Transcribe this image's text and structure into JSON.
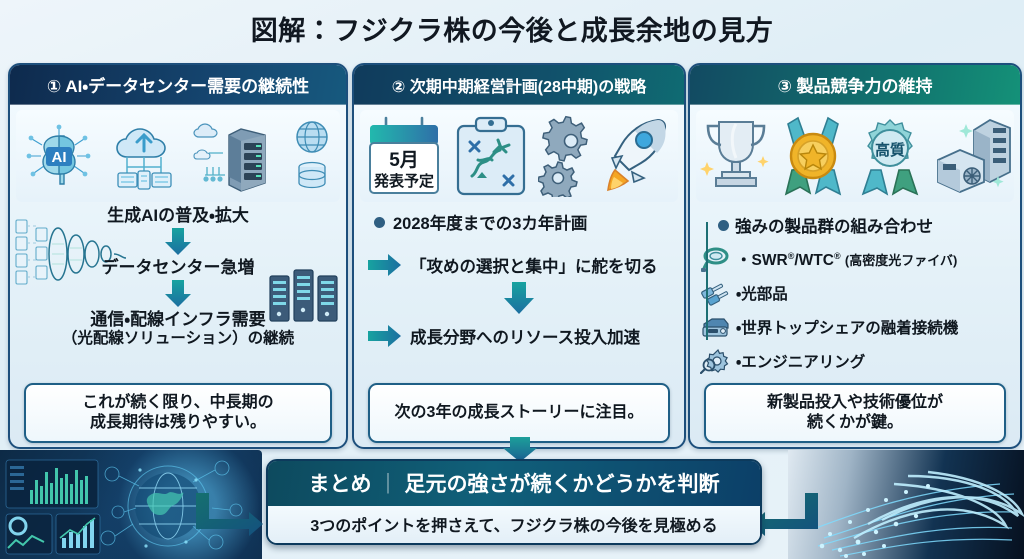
{
  "title": "図解：フジクラ株の今後と成長余地の見方",
  "panels": [
    {
      "id": "panel-1",
      "header": "① AI・データセンター需要の継続性",
      "icons": [
        "ai-brain-icon",
        "cloud-upload-icon",
        "server-rack-icon",
        "globe-network-icon"
      ],
      "flow": [
        "生成AIの普及・拡大",
        "データセンター急増"
      ],
      "flow_last_line1": "通信・配線インフラ需要",
      "flow_last_line2": "（光配線ソリューション）の継続",
      "note_line1": "これが続く限り、中長期の",
      "note_line2": "成長期待は残りやすい。"
    },
    {
      "id": "panel-2",
      "header": "② 次期中期経営計画(28中期)の戦略",
      "calendar_month": "5月",
      "calendar_note": "発表予定",
      "icons": [
        "calendar-icon",
        "strategy-clipboard-icon",
        "gear-icon",
        "rocket-icon"
      ],
      "bullets": [
        {
          "marker": "dot",
          "text": "2028年度までの3カ年計画"
        },
        {
          "marker": "arrow",
          "text": "「攻めの選択と集中」に舵を切る"
        },
        {
          "marker": "arrow",
          "text": "成長分野へのリソース投入加速"
        }
      ],
      "note_line1": "次の3年の成長ストーリーに注目。",
      "note_line2": ""
    },
    {
      "id": "panel-3",
      "header": "③ 製品競争力の維持",
      "badge_text": "高質",
      "icons": [
        "trophy-icon",
        "gold-medal-icon",
        "quality-rosette-icon",
        "equipment-icon"
      ],
      "list_head": "強みの製品群の組み合わせ",
      "list": [
        {
          "icon": "fiber-cable-icon",
          "prefix": "・",
          "main": "SWR",
          "sup1": "®",
          "mid": "/WTC",
          "sup2": "®",
          "paren": "(高密度光ファイバ)"
        },
        {
          "icon": "optical-connector-icon",
          "prefix": "・",
          "main": "光部品",
          "sup1": "",
          "mid": "",
          "sup2": "",
          "paren": ""
        },
        {
          "icon": "fusion-splicer-icon",
          "prefix": "・",
          "main": "世界トップシェアの融着接続機",
          "sup1": "",
          "mid": "",
          "sup2": "",
          "paren": ""
        },
        {
          "icon": "engineering-gear-icon",
          "prefix": "・",
          "main": "エンジニアリング",
          "sup1": "",
          "mid": "",
          "sup2": "",
          "paren": ""
        }
      ],
      "note_line1": "新製品投入や技術優位が",
      "note_line2": "続くかが鍵。"
    }
  ],
  "summary": {
    "label": "まとめ",
    "separator": "｜",
    "headline": "足元の強さが続くかどうかを判断",
    "subline": "3つのポイントを押さえて、フジクラ株の今後を見極める"
  },
  "colors": {
    "navy": "#0e2a4d",
    "teal": "#149178",
    "accent_blue": "#1f5f86",
    "panel_bg": "#e4f1f8",
    "text": "#101820"
  }
}
